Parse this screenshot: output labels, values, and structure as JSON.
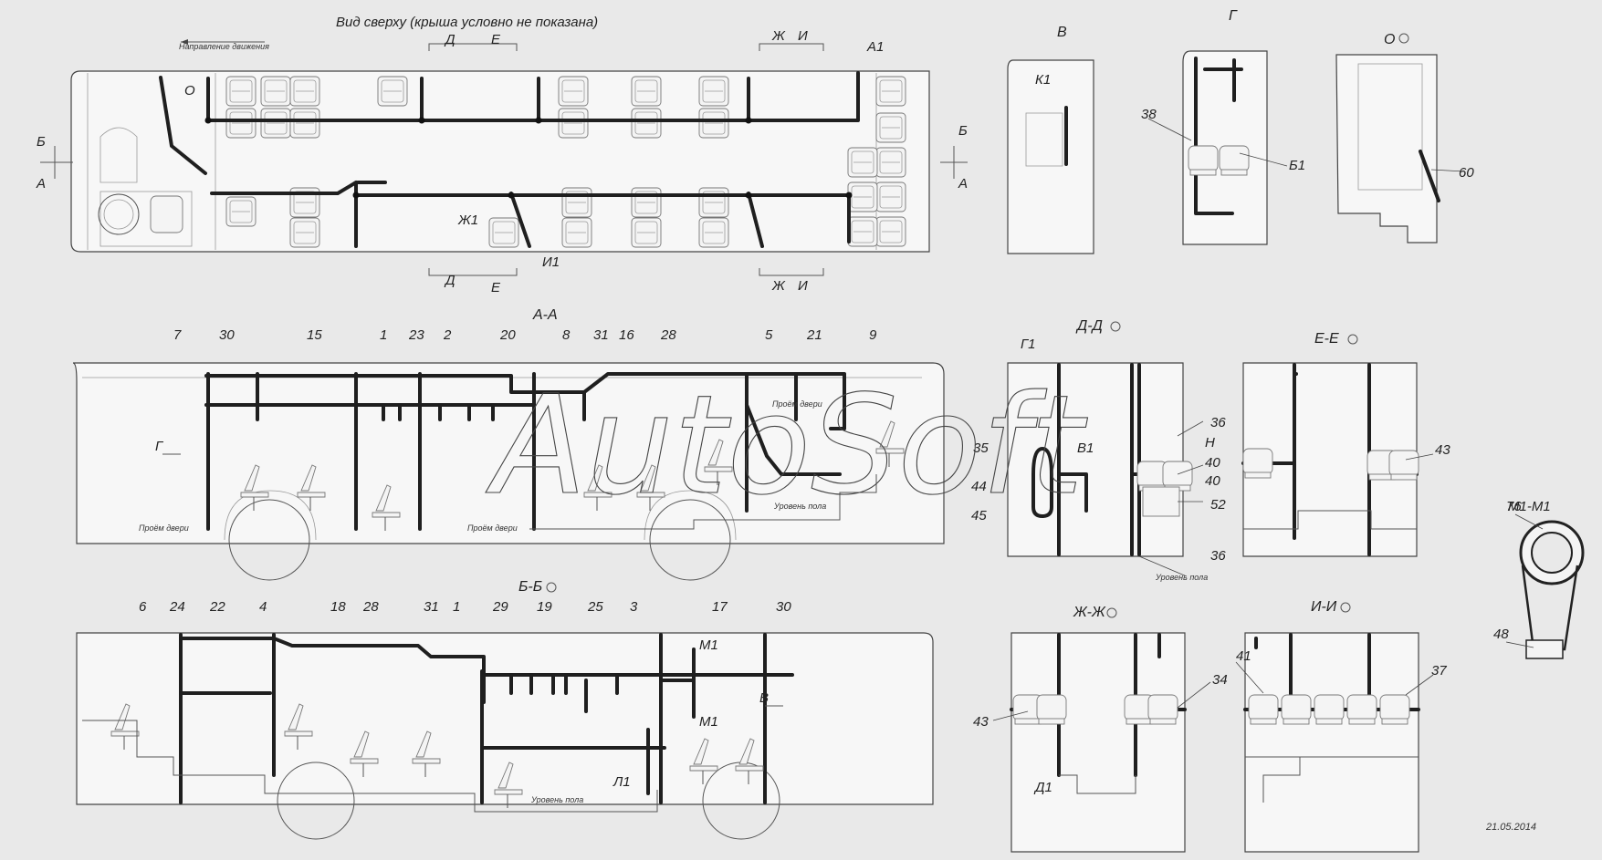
{
  "top_view": {
    "title": "Вид сверху (крыша условно не показана)",
    "direction": "Направление движения",
    "marks": [
      "О",
      "Б",
      "А",
      "Д",
      "Е",
      "Ж",
      "И",
      "А1",
      "Ж1",
      "И1",
      "Б",
      "А",
      "Д",
      "Е",
      "Ж",
      "И"
    ]
  },
  "view_v": {
    "title": "В",
    "marks": [
      "К1"
    ]
  },
  "view_g": {
    "title": "Г",
    "marks": [
      "38",
      "Б1"
    ]
  },
  "view_o": {
    "title": "О",
    "marks": [
      "60"
    ]
  },
  "section_aa": {
    "title": "А-А",
    "labels": [
      "7",
      "30",
      "15",
      "1",
      "23",
      "2",
      "20",
      "8",
      "31",
      "16",
      "28",
      "5",
      "21",
      "9"
    ],
    "notes": [
      "Г",
      "Проём двери",
      "Проём двери",
      "Проём двери",
      "Уровень пола"
    ]
  },
  "section_dd": {
    "title": "Д-Д",
    "marks": [
      "Г1",
      "В1",
      "35",
      "44",
      "45",
      "36",
      "Н",
      "40",
      "40",
      "52",
      "36"
    ],
    "note": "Уровень пола"
  },
  "section_ee": {
    "title": "Е-Е",
    "marks": [
      "43"
    ]
  },
  "section_bb": {
    "title": "Б-Б",
    "labels": [
      "6",
      "24",
      "22",
      "4",
      "18",
      "28",
      "31",
      "1",
      "29",
      "19",
      "25",
      "3",
      "17",
      "30"
    ],
    "notes": [
      "М1",
      "М1",
      "В",
      "Л1",
      "Уровень пола"
    ]
  },
  "section_zhzh": {
    "title": "Ж-Ж",
    "marks": [
      "43",
      "34",
      "Д1"
    ]
  },
  "section_ii": {
    "title": "И-И",
    "marks": [
      "41",
      "37"
    ]
  },
  "section_mm": {
    "title": "М1-М1",
    "marks": [
      "76",
      "48"
    ]
  },
  "watermark": "AutoSoft",
  "date": "21.05.2014"
}
